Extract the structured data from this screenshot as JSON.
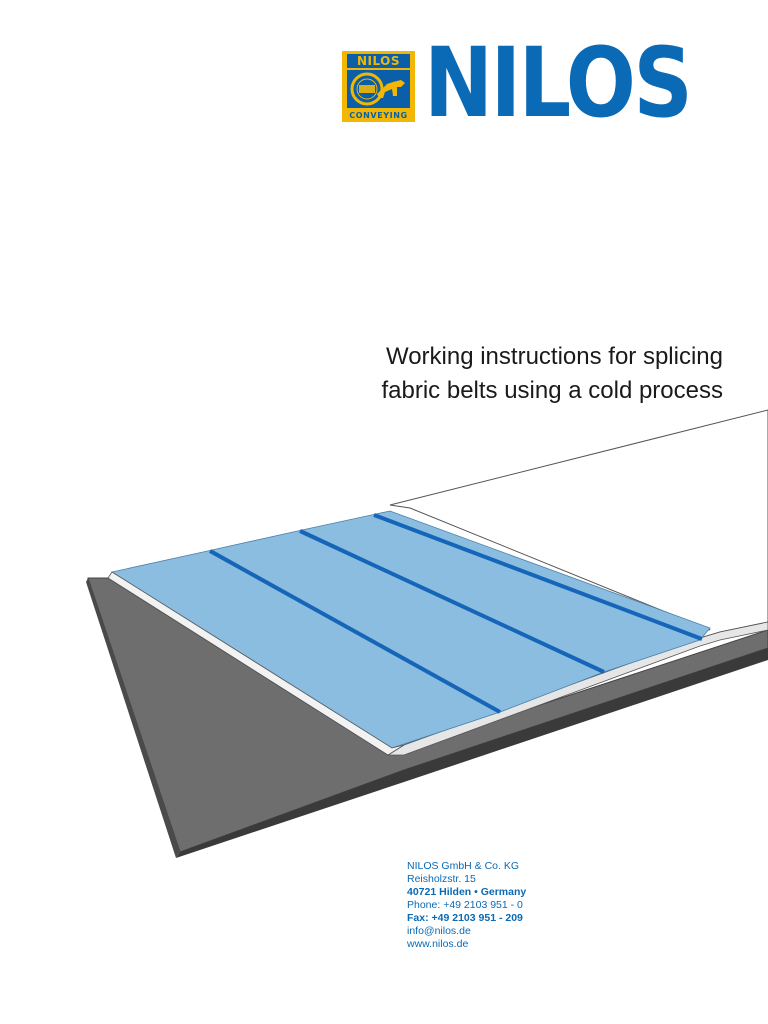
{
  "logo": {
    "badge_top": "NILOS",
    "badge_bottom": "CONVEYING",
    "wordmark": "NILOS"
  },
  "title": {
    "line1": "Working instructions for splicing",
    "line2": "fabric belts using a cold process"
  },
  "contact": {
    "company": "NILOS GmbH & Co. KG",
    "street": "Reisholzstr. 15",
    "city": "40721 Hilden • Germany",
    "phone": "Phone: +49 2103 951 - 0",
    "fax": "Fax: +49 2103 951 - 209",
    "email": "info@nilos.de",
    "web": "www.nilos.de"
  },
  "colors": {
    "brand_blue": "#0a6ab5",
    "brand_yellow": "#f2b705",
    "ply_blue": "#8bbde0",
    "ply_edge": "#1565b8",
    "base_grey": "#6e6e6e"
  }
}
